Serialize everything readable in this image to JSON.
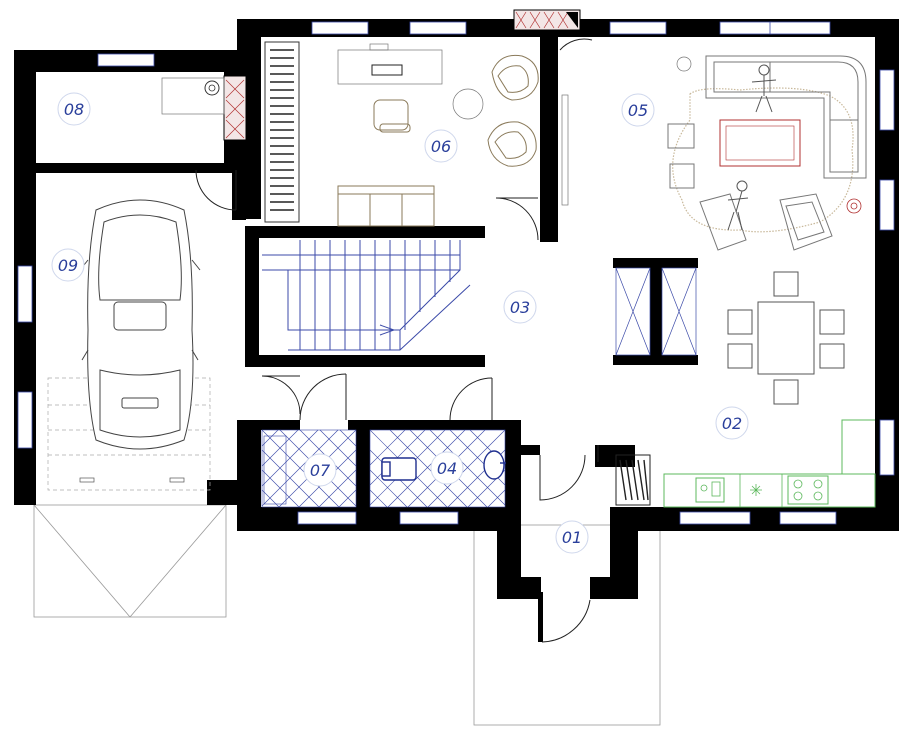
{
  "plan": {
    "rooms": [
      {
        "id": "01",
        "label": "01"
      },
      {
        "id": "02",
        "label": "02"
      },
      {
        "id": "03",
        "label": "03"
      },
      {
        "id": "04",
        "label": "04"
      },
      {
        "id": "05",
        "label": "05"
      },
      {
        "id": "06",
        "label": "06"
      },
      {
        "id": "07",
        "label": "07"
      },
      {
        "id": "08",
        "label": "08"
      },
      {
        "id": "09",
        "label": "09"
      }
    ]
  },
  "colors": {
    "walls": "#000000",
    "labels": "#2a3f9b",
    "tiles": "#3b4aa8",
    "kitchen": "#5cb85c",
    "furniture": "#8a7a5a"
  }
}
